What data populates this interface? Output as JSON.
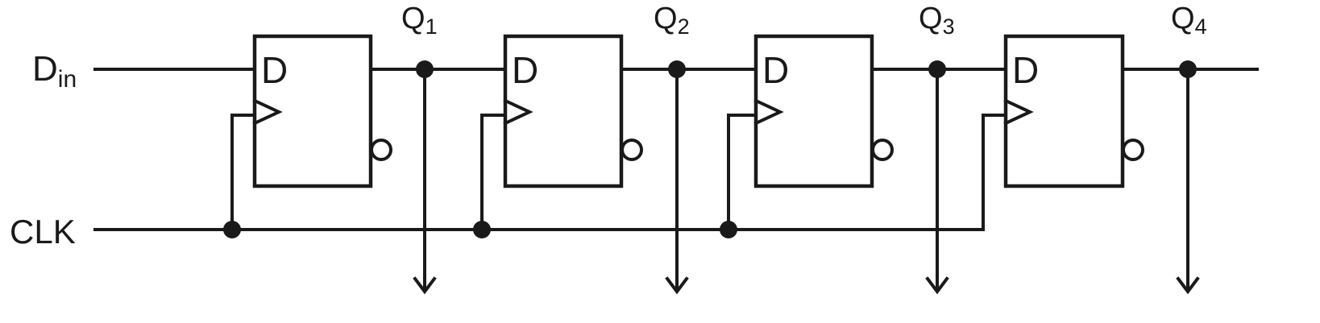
{
  "signals": {
    "input": {
      "main": "D",
      "sub": "in"
    },
    "clock": "CLK"
  },
  "flipflops": [
    {
      "d_label": "D",
      "output": {
        "main": "Q",
        "sub": "1"
      }
    },
    {
      "d_label": "D",
      "output": {
        "main": "Q",
        "sub": "2"
      }
    },
    {
      "d_label": "D",
      "output": {
        "main": "Q",
        "sub": "3"
      }
    },
    {
      "d_label": "D",
      "output": {
        "main": "Q",
        "sub": "4"
      }
    }
  ],
  "colors": {
    "ink": "#1a1a1a",
    "background": "#ffffff"
  }
}
